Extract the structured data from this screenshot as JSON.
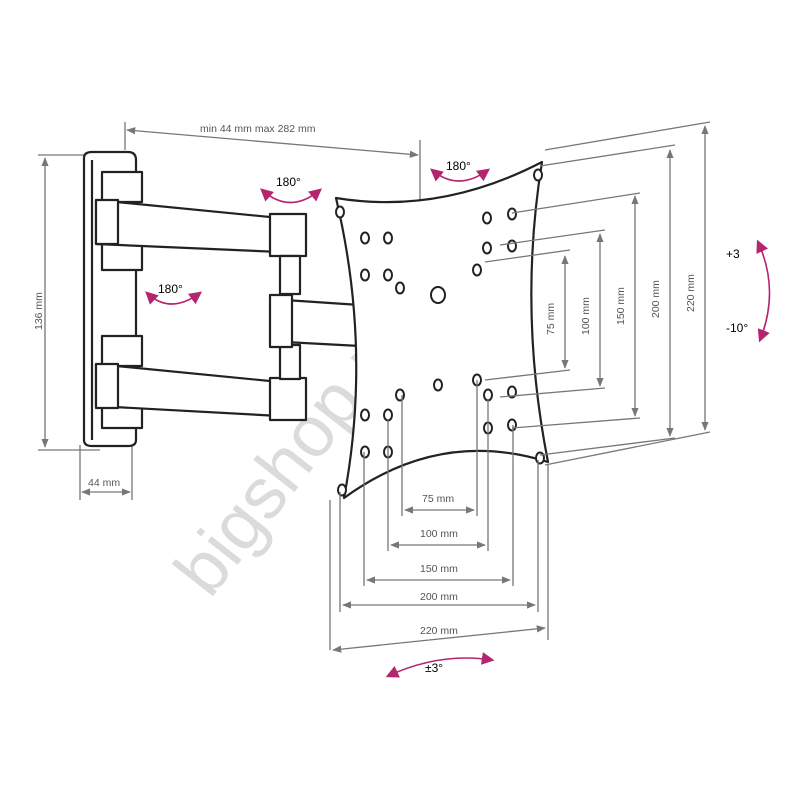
{
  "colors": {
    "accent": "#b5246e",
    "line": "#222222",
    "dimension": "#777777",
    "watermark": "#cccccc"
  },
  "labels": {
    "arm_extension": "min 44 mm max 282 mm",
    "rotate_wall": "180°",
    "rotate_mid": "180°",
    "rotate_plate": "180°",
    "wall_height": "136 mm",
    "wall_depth": "44 mm",
    "tilt_up": "+3",
    "tilt_down": "-10°",
    "swivel": "±3°"
  },
  "vesa_vertical": [
    "75 mm",
    "100 mm",
    "150 mm",
    "200 mm",
    "220 mm"
  ],
  "vesa_horizontal": [
    "75 mm",
    "100 mm",
    "150 mm",
    "200 mm",
    "220 mm"
  ],
  "watermark": "bigshop.ru"
}
